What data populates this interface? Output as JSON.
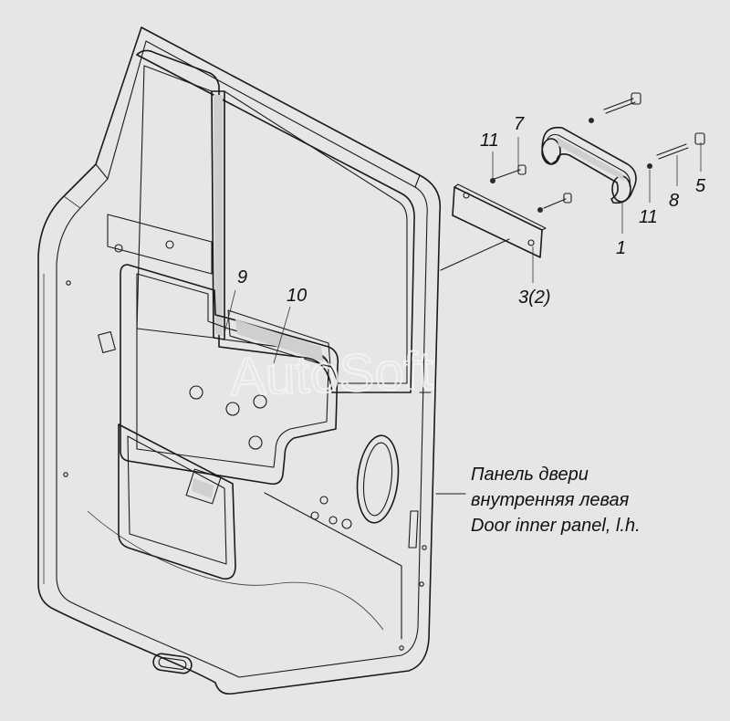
{
  "diagram": {
    "callouts": {
      "c1": "1",
      "c3": "3(2)",
      "c5": "5",
      "c7": "7",
      "c8": "8",
      "c9": "9",
      "c10": "10",
      "c11a": "11",
      "c11b": "11"
    },
    "caption": {
      "line1": "Панель двери",
      "line2": "внутренняя левая",
      "line3": "Door inner panel, l.h."
    },
    "watermark": "AutoSoft",
    "colors": {
      "background": "#e6e6e6",
      "line": "#1a1a1a",
      "watermark": "#f5f5f5"
    }
  }
}
